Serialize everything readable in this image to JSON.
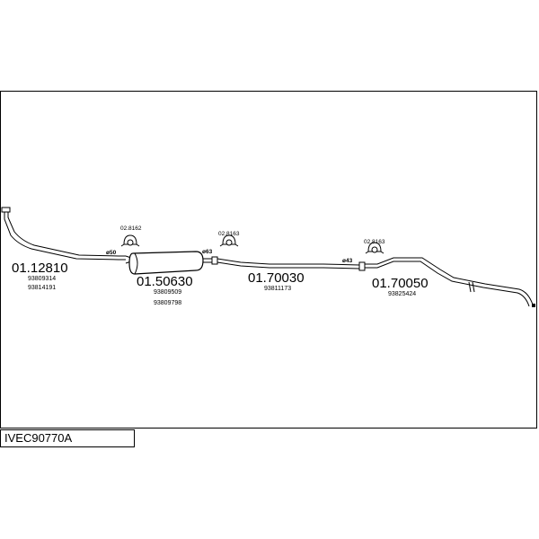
{
  "drawing": {
    "kit_code": "IVEC90770A"
  },
  "parts": [
    {
      "part_no": "01.12810",
      "oem_numbers": [
        "93809314",
        "93814191"
      ],
      "diameter": "ø50"
    },
    {
      "part_no": "01.50630",
      "oem_numbers": [
        "93809509",
        "93809798"
      ],
      "diameter": "ø63"
    },
    {
      "part_no": "01.70030",
      "oem_numbers": [
        "93811173"
      ],
      "diameter": "ø43"
    },
    {
      "part_no": "01.70050",
      "oem_numbers": [
        "93825424"
      ]
    }
  ],
  "clamps": [
    {
      "label": "02.8162"
    },
    {
      "label": "02.8163"
    },
    {
      "label": "02.8163"
    }
  ]
}
